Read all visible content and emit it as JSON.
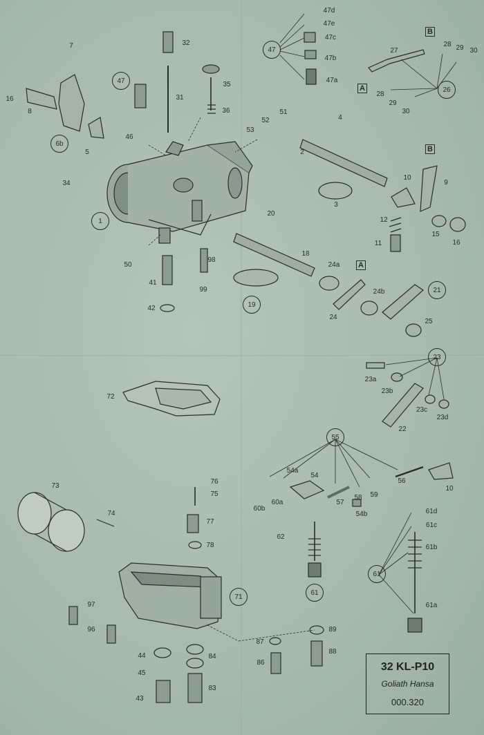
{
  "title_block": {
    "model": "32 KL-P10",
    "vehicle": "Goliath Hansa",
    "number": "000.320"
  },
  "box_letters": [
    "A",
    "B"
  ],
  "callouts": [
    "1",
    "19",
    "21",
    "23",
    "26",
    "47",
    "55",
    "61",
    "6b",
    "71"
  ],
  "part_numbers": [
    "2",
    "3",
    "4",
    "5",
    "7",
    "8",
    "9",
    "10",
    "11",
    "12",
    "15",
    "16",
    "18",
    "20",
    "22",
    "23a",
    "23b",
    "23c",
    "23d",
    "24",
    "24a",
    "24b",
    "25",
    "27",
    "28",
    "29",
    "30",
    "31",
    "32",
    "34",
    "35",
    "36",
    "41",
    "42",
    "43",
    "44",
    "45",
    "46",
    "47a",
    "47b",
    "47c",
    "47d",
    "47e",
    "50",
    "51",
    "52",
    "53",
    "54",
    "54a",
    "54b",
    "56",
    "57",
    "58",
    "59",
    "60a",
    "60b",
    "61a",
    "61b",
    "61c",
    "61d",
    "62",
    "72",
    "73",
    "74",
    "75",
    "76",
    "77",
    "78",
    "83",
    "84",
    "86",
    "87",
    "88",
    "89",
    "96",
    "97",
    "98",
    "99"
  ]
}
